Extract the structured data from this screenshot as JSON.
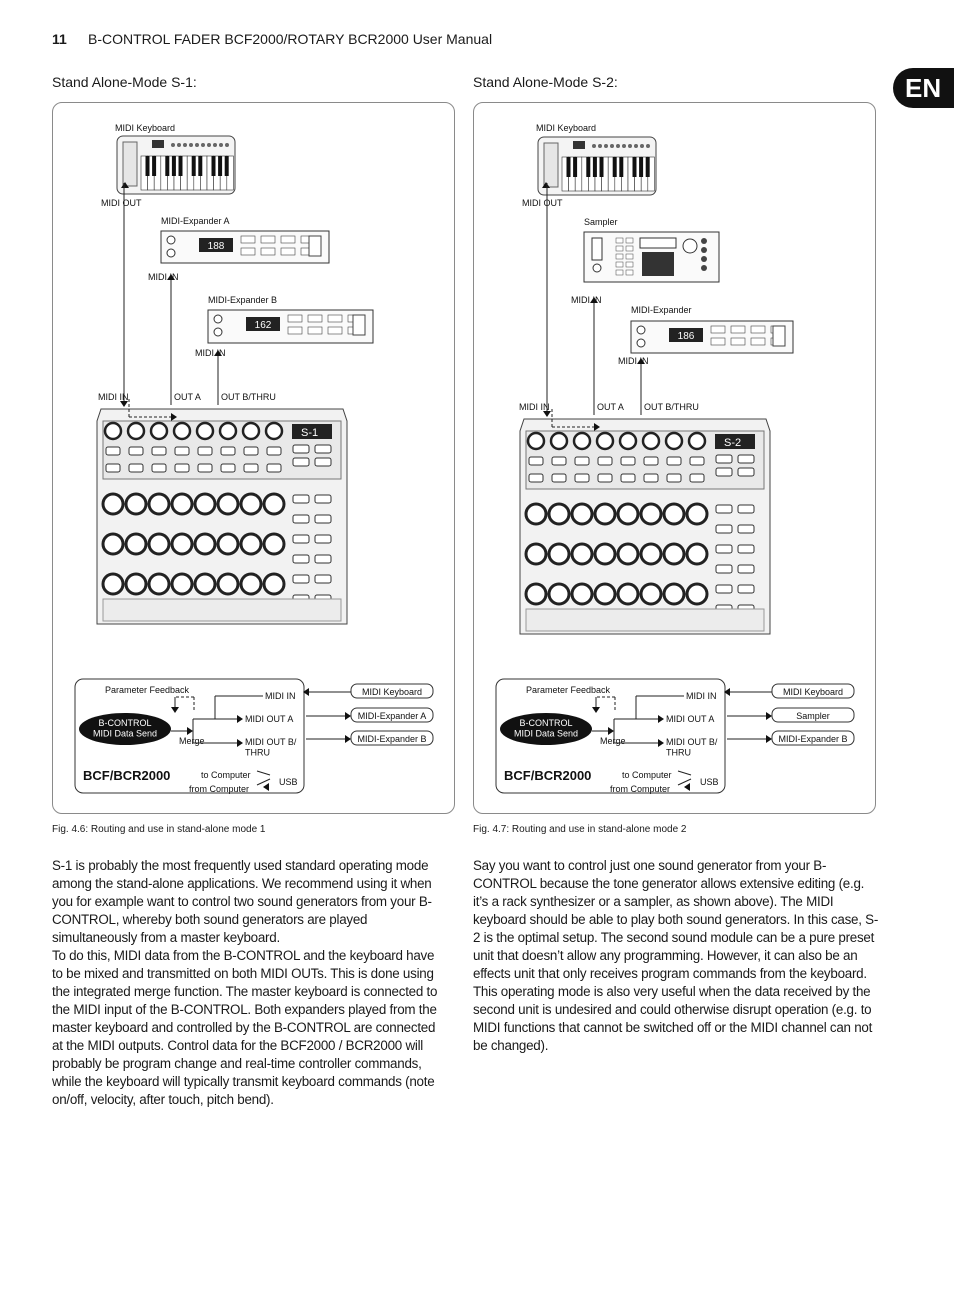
{
  "header": {
    "page_number": "11",
    "title": "B-CONTROL FADER BCF2000/ROTARY BCR2000 User Manual",
    "lang_badge": "EN"
  },
  "left": {
    "section_title": "Stand Alone-Mode S-1:",
    "caption": "Fig. 4.6: Routing and use in stand-alone mode 1",
    "diagram": {
      "keyboard_label": "MIDI Keyboard",
      "keyboard_port": "MIDI   OUT",
      "device1_label": "MIDI-Expander A",
      "device1_port": "MIDI   IN",
      "device1_display": "188",
      "device2_label": "MIDI-Expander B",
      "device2_port": "MIDI   IN",
      "device2_display": "162",
      "ctrl_midi_in": "MIDI      IN",
      "ctrl_out_a": "OUT A",
      "ctrl_out_b": "OUT B/THRU",
      "ctrl_display": "S-1",
      "routing": {
        "param_feedback": "Parameter Feedback",
        "data_send": "B-CONTROL\nMIDI Data Send",
        "merge": "Merge",
        "midi_in": "MIDI IN",
        "midi_out_a": "MIDI OUT A",
        "midi_out_b": "MIDI OUT B/\nTHRU",
        "model": "BCF/BCR2000",
        "to_computer": "to Computer",
        "from_computer": "from Computer",
        "usb": "USB",
        "dest_in": "MIDI Keyboard",
        "dest_a": "MIDI-Expander A",
        "dest_b": "MIDI-Expander B"
      }
    },
    "paragraphs": [
      "S-1 is probably the most frequently used standard operating mode among the stand-alone applications. We recommend using it when you for example want to control two sound generators from your B-CONTROL, whereby both sound generators are played simultaneously from a master keyboard.",
      "To do this, MIDI data from the B-CONTROL and the keyboard have to be mixed and transmitted on both MIDI OUTs. This is done using the integrated merge function. The master keyboard is connected to the MIDI input of the B-CONTROL. Both expanders played from the master keyboard and controlled by the B-CONTROL are connected at the MIDI outputs. Control data for the BCF2000 / BCR2000  will probably be program change and real-time controller commands, while the keyboard will typically transmit keyboard commands (note on/off, velocity, after touch, pitch bend)."
    ]
  },
  "right": {
    "section_title": "Stand Alone-Mode S-2:",
    "caption": "Fig. 4.7: Routing and use in stand-alone mode 2",
    "diagram": {
      "keyboard_label": "MIDI Keyboard",
      "keyboard_port": "MIDI   OUT",
      "device1_label": "Sampler",
      "device1_port": "MIDI   IN",
      "device1_display": "",
      "device2_label": "MIDI-Expander",
      "device2_port": "MIDI   IN",
      "device2_display": "186",
      "ctrl_midi_in": "MIDI      IN",
      "ctrl_out_a": "OUT A",
      "ctrl_out_b": "OUT B/THRU",
      "ctrl_display": "S-2",
      "routing": {
        "param_feedback": "Parameter Feedback",
        "data_send": "B-CONTROL\nMIDI Data Send",
        "merge": "Merge",
        "midi_in": "MIDI IN",
        "midi_out_a": "MIDI OUT A",
        "midi_out_b": "MIDI OUT B/\nTHRU",
        "model": "BCF/BCR2000",
        "to_computer": "to Computer",
        "from_computer": "from Computer",
        "usb": "USB",
        "dest_in": "MIDI Keyboard",
        "dest_a": "Sampler",
        "dest_b": "MIDI-Expander B"
      }
    },
    "paragraphs": [
      "Say you want to control just one sound generator from your B-CONTROL because the tone generator allows extensive editing (e.g. it’s a rack synthesizer or a sampler, as shown above). The MIDI keyboard should be able to play both sound generators. In this case, S-2 is the optimal setup. The second sound module can be a pure preset unit that doesn’t allow any programming. However, it can also be an effects unit that only receives program commands from the keyboard.",
      "This operating mode is also very useful when the data received by the second unit is undesired and could otherwise disrupt operation (e.g. to MIDI functions that cannot be switched off or the MIDI channel can not be changed)."
    ]
  }
}
